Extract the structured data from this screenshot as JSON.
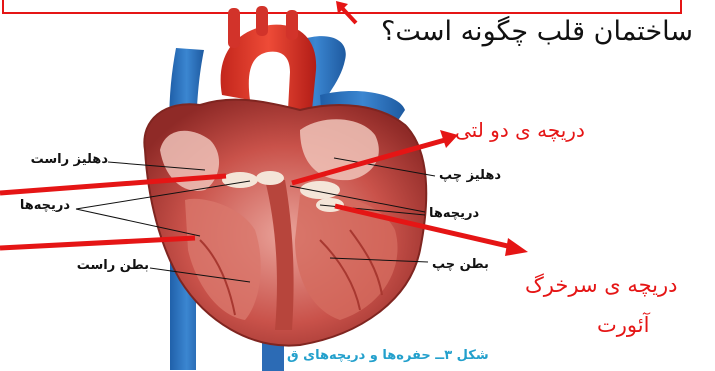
{
  "slide": {
    "question": "ساختمان قلب چگونه است؟",
    "annotations": {
      "bicuspid_valve": "دریچه ی دو لتی",
      "aortic_valve_line1": "دریچه ی سرخرگ",
      "aortic_valve_line2": "آئورت"
    },
    "annotation_color": "#e51515"
  },
  "figure": {
    "labels": {
      "right_atrium": "دهلیز راست",
      "valves_left": "دریچه‌ها",
      "right_ventricle": "بطن راست",
      "left_atrium": "دهلیز چپ",
      "valves_right": "دریچه‌ها",
      "left_ventricle": "بطن چپ"
    },
    "caption": "شکل ۳ــ حفره‌ها و دریچه‌های ق",
    "caption_color": "#23a0cc"
  }
}
